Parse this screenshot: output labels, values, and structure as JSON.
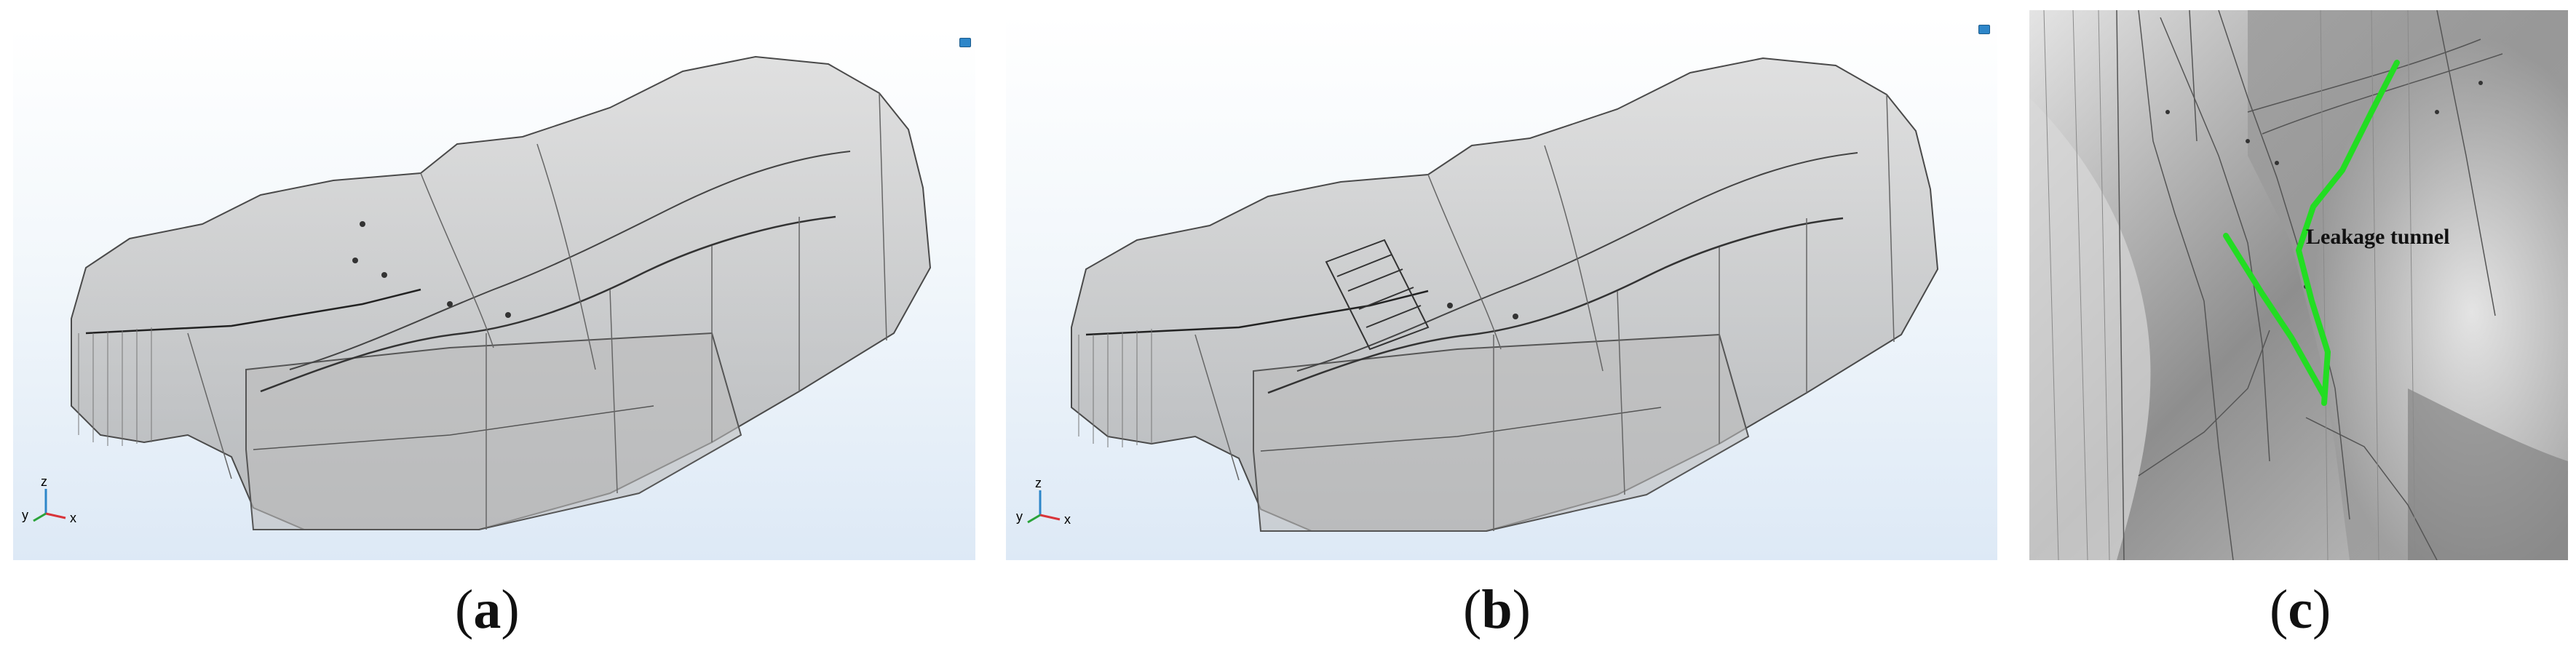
{
  "panels": [
    {
      "id": "a",
      "caption_open": "(",
      "caption_letter": "a",
      "caption_close": ")",
      "axis": {
        "z": "z",
        "y": "y",
        "x": "x"
      }
    },
    {
      "id": "b",
      "caption_open": "(",
      "caption_letter": "b",
      "caption_close": ")",
      "axis": {
        "z": "z",
        "y": "y",
        "x": "x"
      }
    },
    {
      "id": "c",
      "caption_open": "(",
      "caption_letter": "c",
      "caption_close": ")",
      "annotation": "Leakage tunnel"
    }
  ],
  "colors": {
    "background": "#ffffff",
    "viewport_gradient_top": "#ffffff",
    "viewport_gradient_bottom": "#dde9f6",
    "model_fill": "#b9b9b9",
    "model_edge": "#4a4a4a",
    "leakage_path": "#22dd22",
    "axis_x": "#d9343a",
    "axis_y": "#2aa33a",
    "axis_z": "#2d86c9"
  },
  "icons": [
    "camera-toolbar-icon",
    "coordinate-axis-triad"
  ]
}
